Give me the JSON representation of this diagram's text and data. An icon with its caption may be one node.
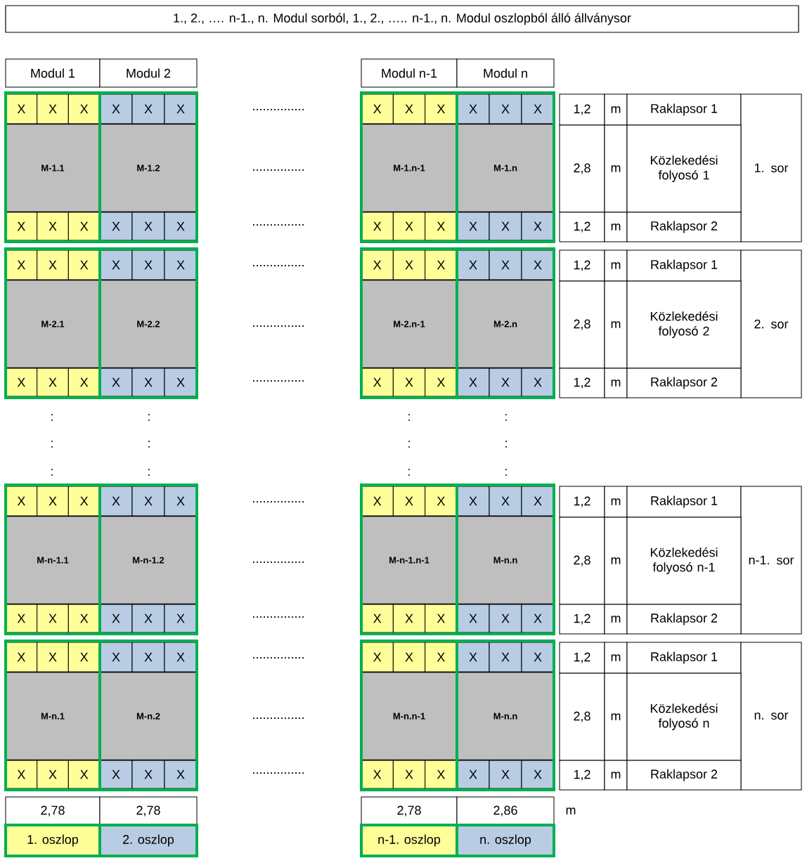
{
  "diagram": {
    "title": "1., 2., …. n-1., n. Modul sorból, 1., 2., ….. n-1., n. Modul oszlopból álló állványsor",
    "nodes": [
      {
        "text": [
          "M-1.1"
        ]
      },
      {
        "text": [
          "M-1.2"
        ]
      },
      {
        "text": [
          "M-1.n-1"
        ]
      },
      {
        "text": [
          "M-1.n"
        ]
      },
      {
        "text": [
          "M-2.1"
        ]
      },
      {
        "text": [
          "M-2.2"
        ]
      },
      {
        "text": [
          "M-2.n-1"
        ]
      },
      {
        "text": [
          "M-2.n"
        ]
      },
      {
        "text": [
          "M-n-1.1"
        ]
      },
      {
        "text": [
          "M-n-1.2"
        ]
      },
      {
        "text": [
          "M-n-1.n-1"
        ]
      },
      {
        "text": [
          "M-n.n"
        ]
      },
      {
        "text": [
          "M-n.1"
        ]
      },
      {
        "text": [
          "M-n.2"
        ]
      },
      {
        "text": [
          "M-n.n-1"
        ]
      },
      {
        "text": [
          "M-n.n"
        ]
      }
    ],
    "labels": [
      "Modul 1",
      "Modul 2",
      "Modul n-1",
      "Modul n",
      "X",
      "X",
      "X",
      "X",
      "X",
      "X",
      "...............",
      "X",
      "X",
      "X",
      "X",
      "X",
      "X",
      "1,2",
      "m",
      "Raklapsor 1",
      "1. sor",
      "...............",
      "2,8",
      "m",
      "Közlekedési folyosó 1",
      "X",
      "X",
      "X",
      "X",
      "X",
      "X",
      "...............",
      "X",
      "X",
      "X",
      "X",
      "X",
      "X",
      "1,2",
      "m",
      "Raklapsor 2",
      "X",
      "X",
      "X",
      "X",
      "X",
      "X",
      "...............",
      "X",
      "X",
      "X",
      "X",
      "X",
      "X",
      "1,2",
      "m",
      "Raklapsor 1",
      "2. sor",
      "...............",
      "2,8",
      "m",
      "Közlekedési folyosó 2",
      "X",
      "X",
      "X",
      "X",
      "X",
      "X",
      "...............",
      "X",
      "X",
      "X",
      "X",
      "X",
      "X",
      "1,2",
      "m",
      "Raklapsor 2",
      ":",
      ":",
      ":",
      ":",
      ":",
      ":",
      ":",
      ":",
      ":",
      ":",
      ":",
      ":",
      "X",
      "X",
      "X",
      "X",
      "X",
      "X",
      "...............",
      "X",
      "X",
      "X",
      "X",
      "X",
      "X",
      "1,2",
      "m",
      "Raklapsor 1",
      "n-1. sor",
      "...............",
      "2,8",
      "m",
      "Közlekedési folyosó n-1",
      "X",
      "X",
      "X",
      "X",
      "X",
      "X",
      "...............",
      "X",
      "X",
      "X",
      "X",
      "X",
      "X",
      "1,2",
      "m",
      "Raklapsor 2",
      "X",
      "X",
      "X",
      "X",
      "X",
      "X",
      "...............",
      "X",
      "X",
      "X",
      "X",
      "X",
      "X",
      "1,2",
      "m",
      "Raklapsor 1",
      "n. sor",
      "...............",
      "2,8",
      "m",
      "Közlekedési folyosó n",
      "X",
      "X",
      "X",
      "X",
      "X",
      "X",
      "...............",
      "X",
      "X",
      "X",
      "X",
      "X",
      "X",
      "1,2",
      "m",
      "Raklapsor 2",
      "2,78",
      "2,78",
      "2,78",
      "2,86",
      "m",
      "1. oszlop",
      "2. oszlop",
      "n-1. oszlop",
      "n. oszlop"
    ]
  }
}
